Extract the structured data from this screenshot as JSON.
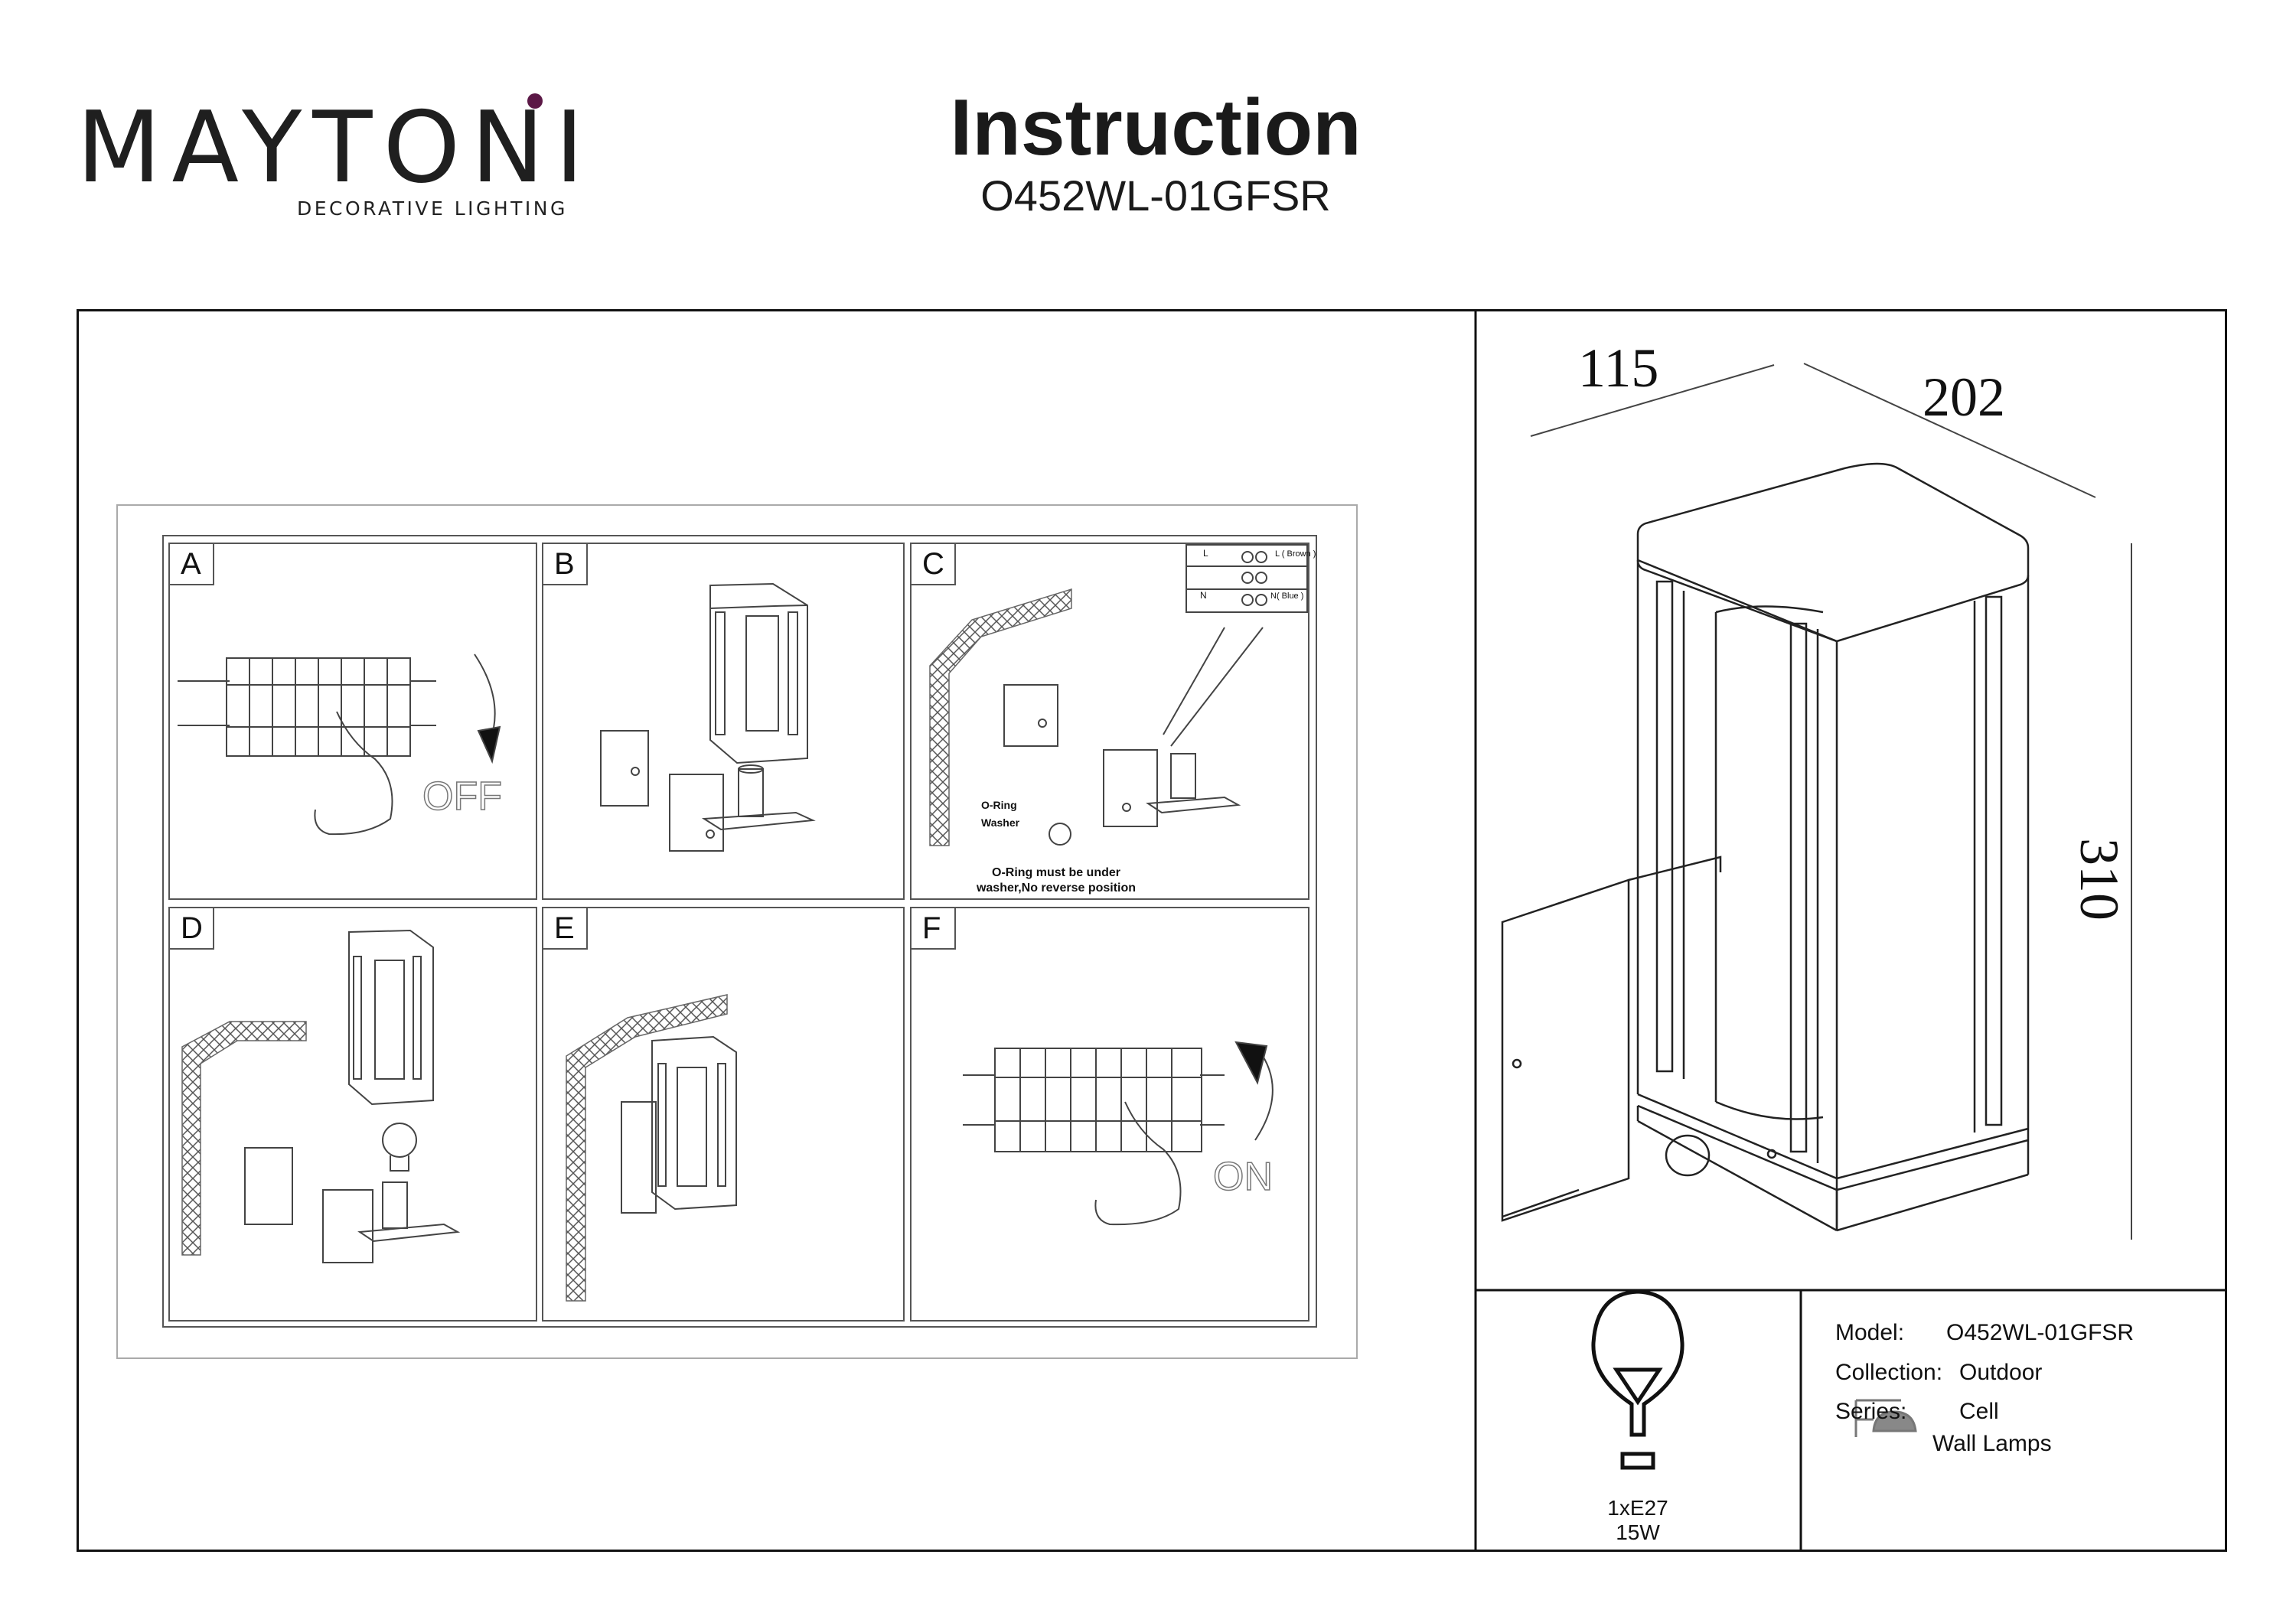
{
  "header": {
    "brand": "MAYTONI",
    "brand_tagline": "DECORATIVE LIGHTING",
    "title": "Instruction",
    "model_code": "O452WL-01GFSR"
  },
  "steps": [
    {
      "label": "A",
      "text": "OFF"
    },
    {
      "label": "B",
      "text": ""
    },
    {
      "label": "C",
      "text": ""
    },
    {
      "label": "D",
      "text": ""
    },
    {
      "label": "E",
      "text": ""
    },
    {
      "label": "F",
      "text": "ON"
    }
  ],
  "wiring": {
    "l_label": "L",
    "l_wire": "L ( Brown )",
    "n_label": "N",
    "n_wire": "N( Blue )",
    "oring": "O-Ring",
    "washer": "Washer",
    "note_line1": "O-Ring must be under",
    "note_line2": "washer,No reverse position"
  },
  "dimensions": {
    "depth": "115",
    "width": "202",
    "height": "310"
  },
  "specs": {
    "bulb": "1xE27 15W",
    "model_label": "Model:",
    "model_value": "O452WL-01GFSR",
    "collection_label": "Collection:",
    "collection_value": "Outdoor",
    "series_label": "Series:",
    "series_value": "Cell",
    "type_value": "Wall Lamps"
  },
  "colors": {
    "brand_accent": "#5b1846",
    "line": "#111111"
  }
}
